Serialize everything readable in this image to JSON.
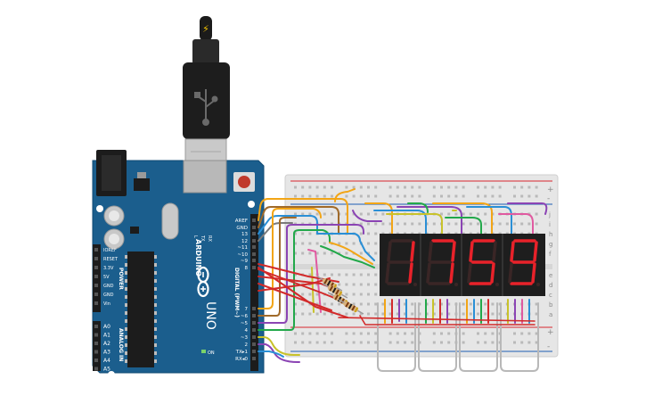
{
  "board": {
    "brand_text": "ARDUINO",
    "model_text": "UNO",
    "digital_header_text": "DIGITAL (PWM~)",
    "power_label": "POWER",
    "analog_in_label": "ANALOG IN",
    "on_label": "ON",
    "led_labels": [
      "L",
      "TX",
      "RX"
    ],
    "power_pins": [
      "IOREF",
      "RESET",
      "3.3V",
      "5V",
      "GND",
      "GND",
      "Vin"
    ],
    "analog_pins": [
      "A0",
      "A1",
      "A2",
      "A3",
      "A4",
      "A5"
    ],
    "digital_pins": [
      "AREF",
      "GND",
      "13",
      "12",
      "~11",
      "~10",
      "~9",
      "8",
      "7",
      "~6",
      "~5",
      "4",
      "~3",
      "2",
      "TX▸1",
      "RX◂0"
    ]
  },
  "usb_cable": {
    "icon": "usb-icon",
    "plug_color": "#222222"
  },
  "breadboard": {
    "row_letters_right": [
      "j",
      "i",
      "h",
      "g",
      "f",
      "e",
      "d",
      "c",
      "b",
      "a"
    ],
    "rail_signs": [
      "+",
      "-",
      "+",
      "-"
    ],
    "rail_colors": {
      "positive": "#d8262e",
      "negative": "#1e5fb4"
    }
  },
  "display": {
    "digits": [
      "1",
      "7",
      "5",
      "9"
    ],
    "segment_color": "#e8222a",
    "body_color": "#1e1e1e"
  },
  "wire_colors": [
    "#f2a516",
    "#a06a2a",
    "#2a8fd6",
    "#8b44b4",
    "#22a84a",
    "#c8c22a",
    "#d22a2a",
    "#b8b8b8",
    "#e05aa0"
  ]
}
